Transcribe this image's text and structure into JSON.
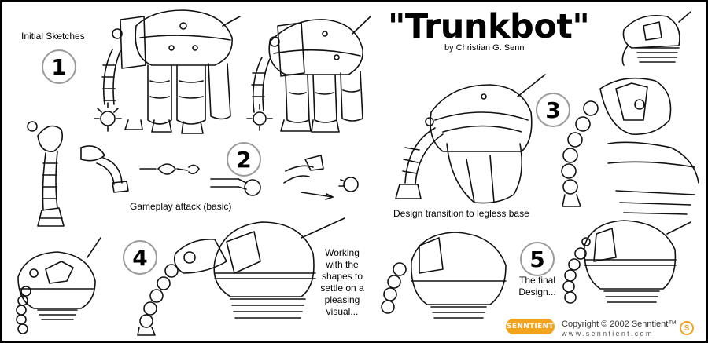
{
  "title": "\"Trunkbot\"",
  "byline": "by Christian G. Senn",
  "labels": {
    "initial_sketches": "Initial Sketches",
    "gameplay_attack": "Gameplay attack (basic)",
    "design_transition": "Design transition to legless base",
    "working_shapes": "Working with the shapes to settle on a pleasing visual...",
    "final_design": "The final Design..."
  },
  "steps": [
    "1",
    "2",
    "3",
    "4",
    "5"
  ],
  "footer": {
    "logo_text": "SENNTIENT",
    "copyright": "Copyright © 2002 Senntient™",
    "website": "www.senntient.com"
  },
  "colors": {
    "brand": "#f2a41f",
    "ink": "#000000",
    "paper": "#ffffff"
  },
  "sketches": [
    "initial-robot-front",
    "initial-robot-three-quarter",
    "trunk-sketch-left",
    "attack-sequence",
    "transition-robot",
    "trunk-closeup",
    "head-small",
    "final-small",
    "working-robot",
    "round-robot-5a",
    "round-robot-5b"
  ]
}
